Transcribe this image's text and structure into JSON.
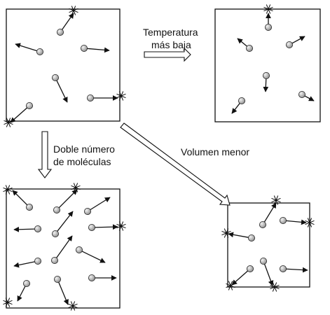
{
  "labels": {
    "lower_temperature": [
      "Temperatura",
      "más baja"
    ],
    "double_molecules": [
      "Doble número",
      "de moléculas"
    ],
    "smaller_volume": "Volumen menor"
  },
  "colors": {
    "line": "#111111",
    "ball_fill": "#a8a8a8"
  }
}
